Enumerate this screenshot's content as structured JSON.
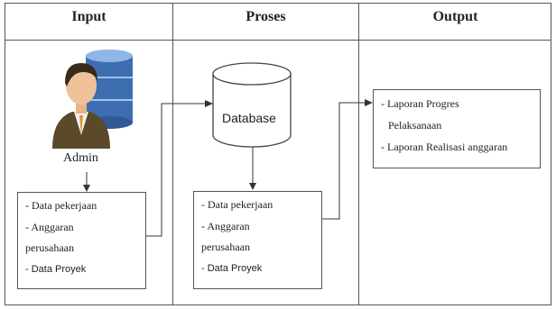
{
  "columns": {
    "input": "Input",
    "proses": "Proses",
    "output": "Output"
  },
  "admin_label": "Admin",
  "database_label": "Database",
  "input_box": {
    "items": [
      "- Data pekerjaan",
      "- Anggaran",
      "perusahaan",
      "- Data Proyek"
    ]
  },
  "process_box": {
    "items": [
      "- Data pekerjaan",
      "- Anggaran",
      "perusahaan",
      "- Data Proyek"
    ]
  },
  "output_box": {
    "items": [
      "- Laporan Progres",
      "Pelaksanaan",
      "- Laporan Realisasi anggaran"
    ]
  }
}
